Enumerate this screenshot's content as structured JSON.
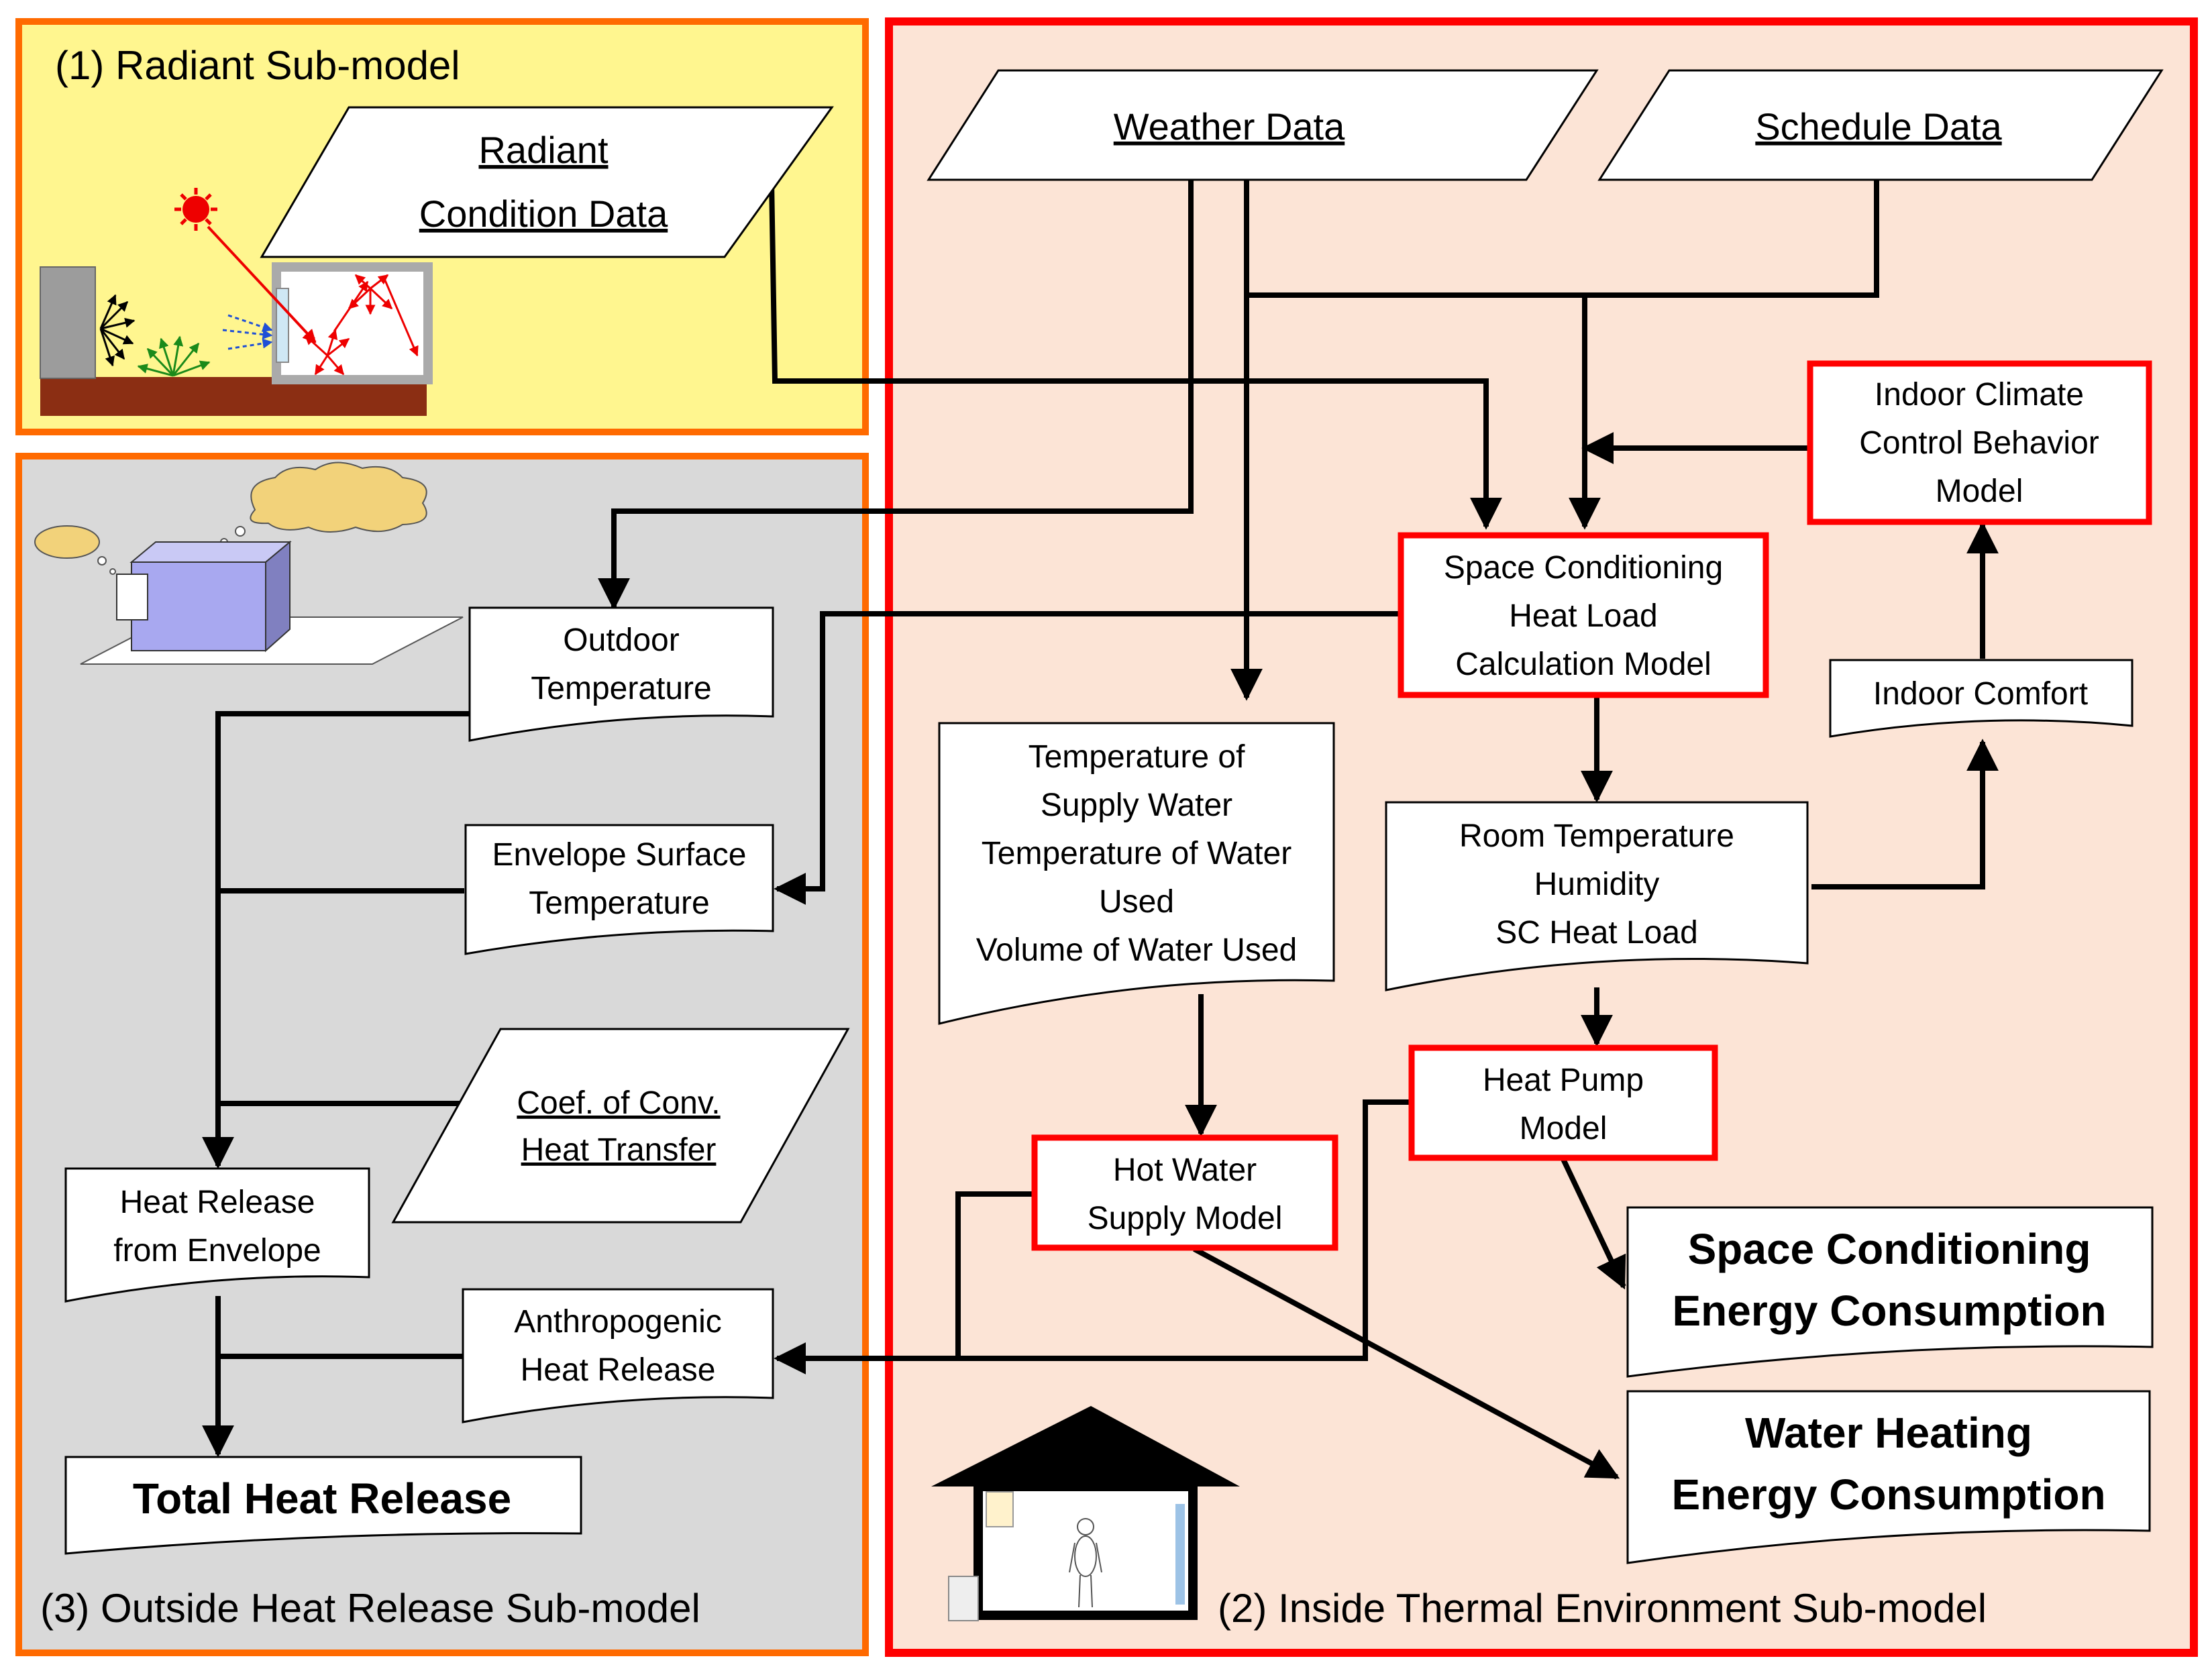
{
  "panels": {
    "radiant": "(1) Radiant Sub-model",
    "inside": "(2) Inside Thermal Environment Sub-model",
    "outside": "(3) Outside Heat Release Sub-model"
  },
  "data_inputs": {
    "radiant_condition": [
      "Radiant",
      "Condition Data"
    ],
    "weather": "Weather Data",
    "schedule": "Schedule Data",
    "coef_conv": [
      "Coef. of Conv.",
      "Heat Transfer"
    ]
  },
  "models": {
    "indoor_climate": [
      "Indoor Climate",
      "Control Behavior",
      "Model"
    ],
    "space_conditioning": [
      "Space Conditioning",
      "Heat Load",
      "Calculation Model"
    ],
    "heat_pump": [
      "Heat Pump",
      "Model"
    ],
    "hot_water": [
      "Hot Water",
      "Supply Model"
    ]
  },
  "documents": {
    "indoor_comfort": "Indoor Comfort",
    "room_temp": [
      "Room Temperature",
      "Humidity",
      "SC Heat Load"
    ],
    "water_params": [
      "Temperature of",
      "Supply Water",
      "Temperature of Water",
      "Used",
      "Volume of Water Used"
    ],
    "outdoor_temp": [
      "Outdoor",
      "Temperature"
    ],
    "envelope_surface": [
      "Envelope Surface",
      "Temperature"
    ],
    "heat_release_envelope": [
      "Heat Release",
      "from Envelope"
    ],
    "anthropogenic": [
      "Anthropogenic",
      "Heat Release"
    ],
    "total_heat_release": "Total Heat Release"
  },
  "outputs": {
    "sc_energy": [
      "Space Conditioning",
      "Energy Consumption"
    ],
    "wh_energy": [
      "Water Heating",
      "Energy Consumption"
    ]
  },
  "colors": {
    "radiant_bg": "#FFF68F",
    "radiant_border": "#FF6A00",
    "outside_bg": "#D9D9D9",
    "inside_bg": "#FCE4D6",
    "inside_border": "#FF0000",
    "model_border": "#FF0000"
  }
}
